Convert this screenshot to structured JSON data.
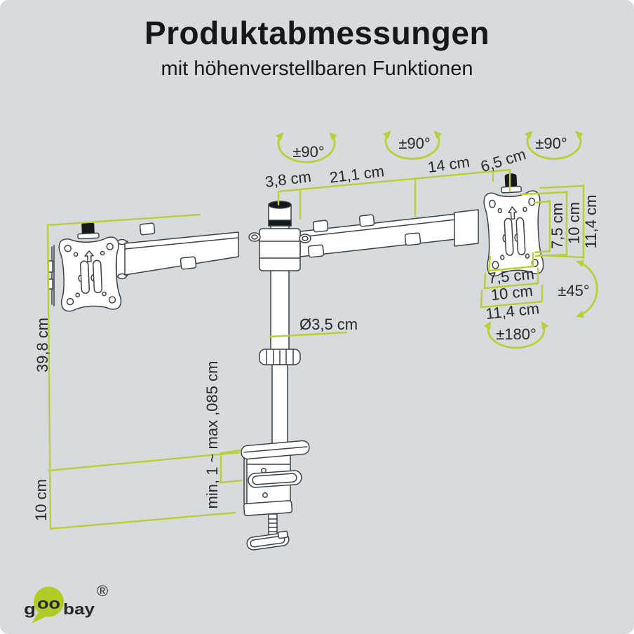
{
  "header": {
    "title": "Produktabmessungen",
    "subtitle": "mit höhenverstellbaren Funktionen"
  },
  "colors": {
    "background": "#d7dbdd",
    "line_art": "#3c4145",
    "accent_green": "#b9cf35",
    "logo_green": "#b2ca26",
    "text": "#17181a"
  },
  "diagram": {
    "top_dims": {
      "d1": "3,8 cm",
      "d2": "21,1 cm",
      "d3": "14 cm",
      "d4": "6,5 cm"
    },
    "rotations": {
      "arm_left": "±90°",
      "arm_middle": "±90°",
      "arm_right": "±90°",
      "tilt": "±45°",
      "swivel": "±180°"
    },
    "vesa_side": {
      "s1": "7,5 cm",
      "s2": "10 cm",
      "s3": "11,4 cm"
    },
    "vesa_bottom": {
      "b1": "7,5 cm",
      "b2": "10 cm",
      "b3": "11,4 cm"
    },
    "left_dims": {
      "pole_height": "39,8 cm",
      "clamp_height": "10 cm"
    },
    "pole_diameter": "Ø3,5 cm",
    "clamp_range": "min, 1 ~ max ,085 cm"
  },
  "logo": {
    "g": "g",
    "oo": "oo",
    "bay": "bay",
    "reg": "®"
  }
}
